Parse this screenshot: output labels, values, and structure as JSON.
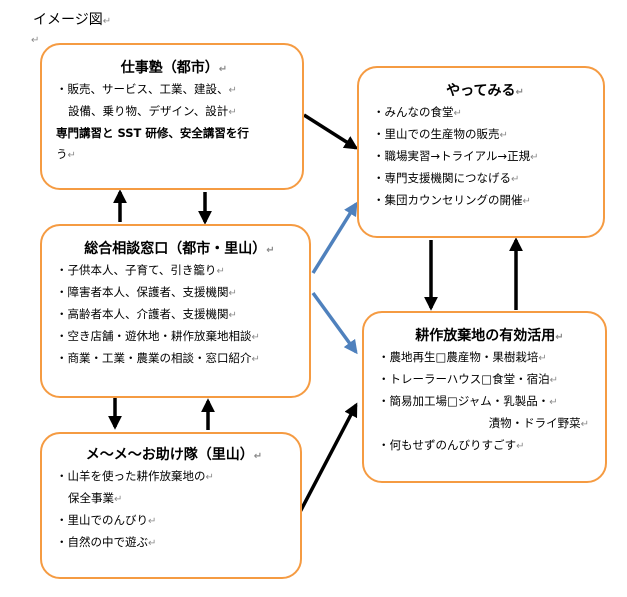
{
  "caption": "イメージ図",
  "para_mark": "↵",
  "boxes": {
    "shigoto_juku": {
      "title": "仕事塾（都市）",
      "lines": [
        "・販売、サービス、工業、建設、",
        "設備、乗り物、デザイン、設計",
        "専門講習と SST 研修、安全講習を行",
        "う"
      ]
    },
    "sogo_madoguchi": {
      "title": "総合相談窓口（都市・里山）",
      "lines": [
        "・子供本人、子育て、引き籠り",
        "・障害者本人、保護者、支援機関",
        "・高齢者本人、介護者、支援機関",
        "・空き店舗・遊休地・耕作放棄地相談",
        "・商業・工業・農業の相談・窓口紹介"
      ]
    },
    "mee_otasuke": {
      "title": "メ～メ～お助け隊（里山）",
      "lines": [
        "・山羊を使った耕作放棄地の",
        "保全事業",
        "・里山でのんびり",
        "・自然の中で遊ぶ"
      ]
    },
    "yattemiru": {
      "title": "やってみる",
      "lines": [
        "・みんなの食堂",
        "・里山での生産物の販売",
        "・職場実習→トライアル→正規",
        "・専門支援機関につなげる",
        "・集団カウンセリングの開催"
      ]
    },
    "kosaku_hokichi": {
      "title": "耕作放棄地の有効活用",
      "lines": [
        "・農地再生□農産物・果樹栽培",
        "・トレーラーハウス□食堂・宿泊",
        "・簡易加工場□ジャム・乳製品・",
        "漬物・ドライ野菜",
        "・何もせずのんびりすごす"
      ]
    }
  },
  "colors": {
    "box_border": "#f59b42",
    "arrow_black": "#000000",
    "arrow_blue": "#4f81bd",
    "para_mark": "#8a8a8a"
  }
}
